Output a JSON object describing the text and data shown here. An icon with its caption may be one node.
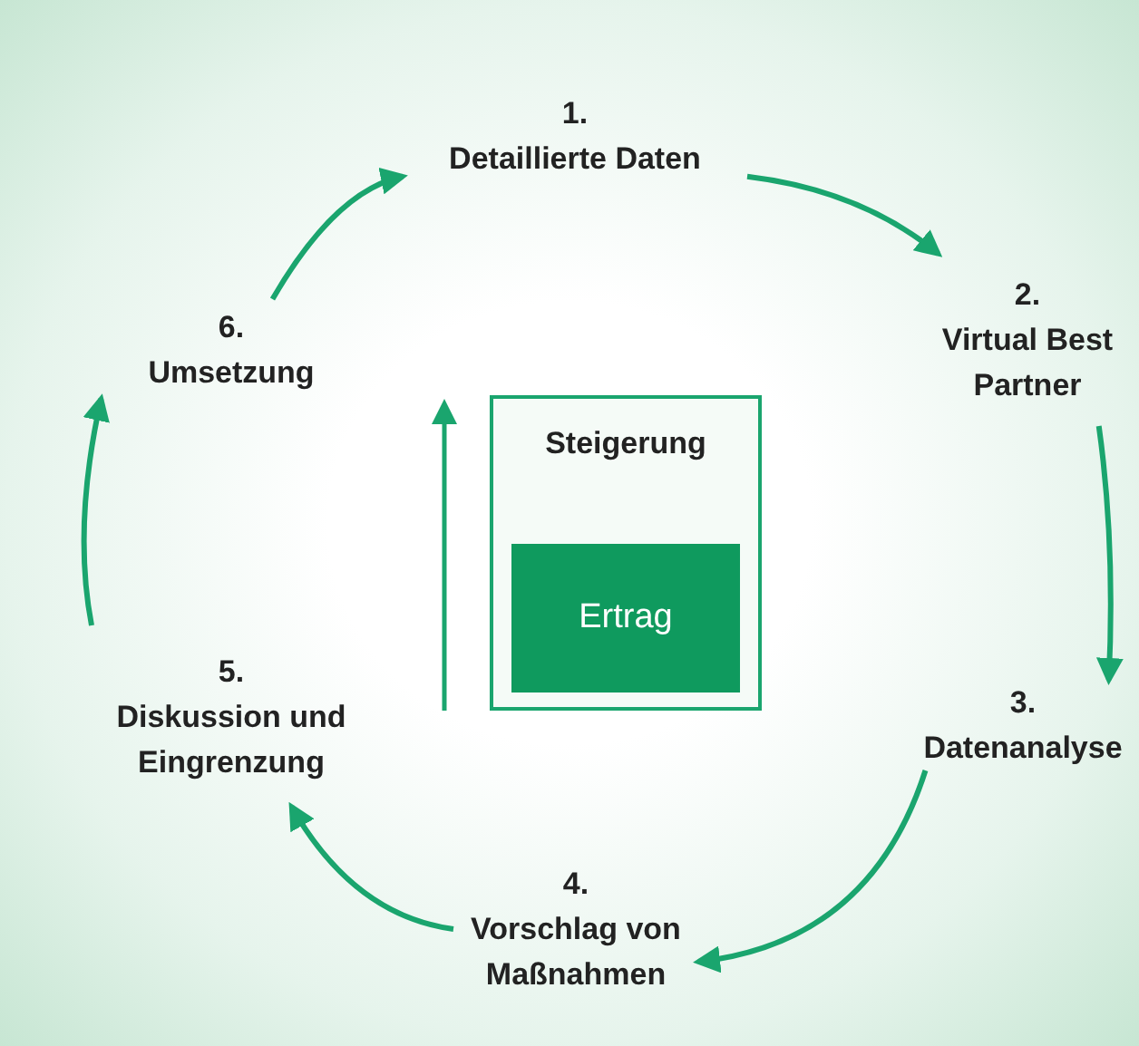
{
  "diagram": {
    "nodes": [
      {
        "text": [
          "1.",
          "Detaillierte Daten"
        ]
      },
      {
        "text": [
          "2.",
          "Virtual Best Partner"
        ]
      },
      {
        "text": [
          "3.",
          "Datenanalyse"
        ]
      },
      {
        "text": [
          "4.",
          "Vorschlag von Maßnahmen"
        ]
      },
      {
        "text": [
          "5.",
          "Diskussion und Eingrenzung"
        ]
      },
      {
        "text": [
          "6.",
          "Umsetzung"
        ]
      },
      {
        "text": [
          "Steigerung"
        ]
      },
      {
        "text": [
          "Ertrag"
        ],
        "in": 6
      }
    ],
    "edges": [
      {
        "from": 0,
        "to": 1,
        "arrow": "to"
      },
      {
        "from": 1,
        "to": 2,
        "arrow": "to"
      },
      {
        "from": 2,
        "to": 3,
        "arrow": "to"
      },
      {
        "from": 3,
        "to": 4,
        "arrow": "to"
      },
      {
        "from": 4,
        "to": 5,
        "arrow": "to"
      },
      {
        "from": 5,
        "to": 0,
        "arrow": "to"
      }
    ]
  }
}
